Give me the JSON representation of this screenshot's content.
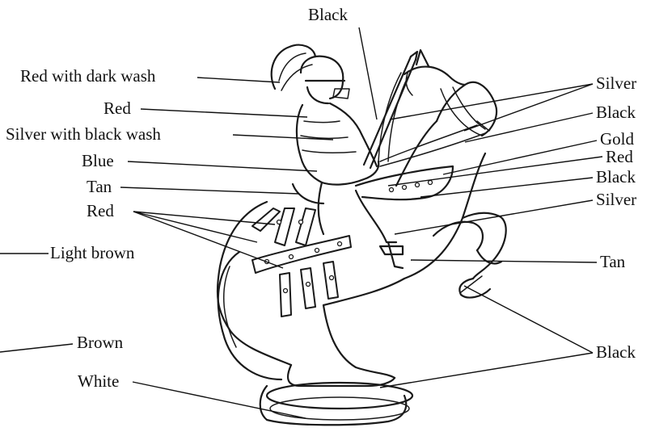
{
  "labels": {
    "top": "Black",
    "plume": "Red with dark wash",
    "sleeve": "Red",
    "armor": "Silver with black wash",
    "vest": "Blue",
    "saddle": "Tan",
    "blanket": "Red",
    "body": "Light brown",
    "mane": "Brown",
    "base": "White",
    "silver_1": "Silver",
    "black_1": "Black",
    "gold": "Gold",
    "red_right": "Red",
    "black_2": "Black",
    "silver_2": "Silver",
    "tan_right": "Tan",
    "black_hooves": "Black"
  },
  "colors": {
    "ink": "#111111",
    "background": "#ffffff"
  }
}
